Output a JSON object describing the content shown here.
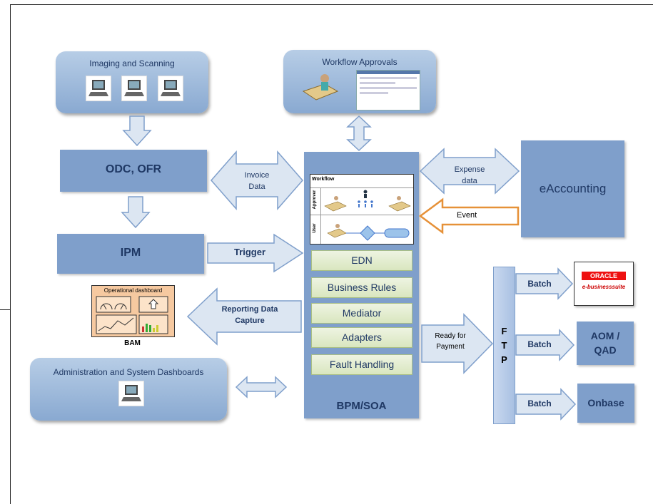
{
  "boxes": {
    "imaging": "Imaging and Scanning",
    "workflow_approvals": "Workflow Approvals",
    "odc_ofr": "ODC, OFR",
    "ipm": "IPM",
    "eaccounting": "eAccounting",
    "admin": "Administration and System Dashboards",
    "bpm_soa": "BPM/SOA",
    "ftp": [
      "F",
      "T",
      "P"
    ]
  },
  "soa_components": [
    "EDN",
    "Business Rules",
    "Mediator",
    "Adapters",
    "Fault Handling"
  ],
  "arrows": {
    "invoice_data": [
      "Invoice",
      "Data"
    ],
    "expense_data": [
      "Expense",
      "data"
    ],
    "event": "Event",
    "trigger": "Trigger",
    "reporting": [
      "Reporting Data",
      "Capture"
    ],
    "ready_payment": [
      "Ready for",
      "Payment"
    ],
    "batch": "Batch"
  },
  "workflow_panel": {
    "title": "Workflow",
    "lane_approver": "Approver",
    "lane_user": "User"
  },
  "bam": {
    "title": "Operational dashboard",
    "label": "BAM"
  },
  "targets": {
    "oracle_top": "ORACLE",
    "oracle_bottom": "e-businesssuite",
    "aom": [
      "AOM /",
      "QAD"
    ],
    "onbase": "Onbase"
  },
  "colors": {
    "box_blue": "#7f9fcb",
    "rounded_blue": "#9fbbdd",
    "text_navy": "#1f3864",
    "event_orange": "#e69138",
    "component_green": "#dbe7c3"
  }
}
